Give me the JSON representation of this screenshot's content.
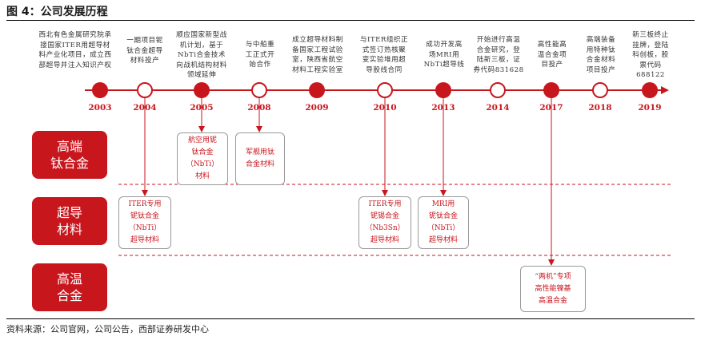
{
  "title": "图 4：公司发展历程",
  "source": "资料来源：公司官网，公司公告，西部证券研发中心",
  "colors": {
    "accent": "#c8161d",
    "box_border": "#999999"
  },
  "timeline": [
    {
      "year": "2003",
      "marker": "filled",
      "desc": [
        "西北有色金属研究院承",
        "接国家ITER用超导材",
        "料产业化项目，成立西",
        "部超导并注入知识产权"
      ]
    },
    {
      "year": "2004",
      "marker": "hollow",
      "desc": [
        "一期项目铌",
        "钛合金超导",
        "材料投产"
      ]
    },
    {
      "year": "2005",
      "marker": "filled",
      "desc": [
        "顺应国家新型战",
        "机计划，基于",
        "NbTi合金技术",
        "向战机结构材料",
        "领域延伸"
      ]
    },
    {
      "year": "2008",
      "marker": "hollow",
      "desc": [
        "与中船重",
        "工正式开",
        "始合作"
      ]
    },
    {
      "year": "2009",
      "marker": "filled",
      "desc": [
        "成立超导材料制",
        "备国家工程试验",
        "室，陕西省航空",
        "材料工程实验室"
      ]
    },
    {
      "year": "2010",
      "marker": "hollow",
      "desc": [
        "与ITER组织正",
        "式签订热核聚",
        "变实验堆用超",
        "导股线合同"
      ]
    },
    {
      "year": "2013",
      "marker": "filled",
      "desc": [
        "成功开发高",
        "场MRI用",
        "NbTi超导线"
      ]
    },
    {
      "year": "2014",
      "marker": "hollow",
      "desc": [
        "开始进行高温",
        "合金研究，登",
        "陆新三板，证",
        "券代码831628"
      ]
    },
    {
      "year": "2017",
      "marker": "filled",
      "desc": [
        "高性能高",
        "温合金项",
        "目投产"
      ]
    },
    {
      "year": "2018",
      "marker": "hollow",
      "desc": [
        "高端装备",
        "用特种钛",
        "合金材料",
        "项目投产"
      ]
    },
    {
      "year": "2019",
      "marker": "filled",
      "desc": [
        "新三板终止",
        "挂牌，登陆",
        "科创板，股",
        "票代码",
        "688122"
      ]
    }
  ],
  "categories": [
    {
      "lines": [
        "高端",
        "钛合金"
      ]
    },
    {
      "lines": [
        "超导",
        "材料"
      ]
    },
    {
      "lines": [
        "高温",
        "合金"
      ]
    }
  ],
  "boxes": [
    {
      "lines": [
        "航空用铌",
        "钛合金",
        "（NbTi）",
        "材料"
      ]
    },
    {
      "lines": [
        "军舰用钛",
        "合金材料"
      ]
    },
    {
      "lines": [
        "ITER专用",
        "铌钛合金",
        "（NbTi）",
        "超导材料"
      ]
    },
    {
      "lines": [
        "ITER专用",
        "铌锡合金",
        "（Nb3Sn）",
        "超导材料"
      ]
    },
    {
      "lines": [
        "MRI用",
        "铌钛合金",
        "（NbTi）",
        "超导材料"
      ]
    },
    {
      "lines": [
        "“两机”专项",
        "高性能镍基",
        "高温合金"
      ]
    }
  ]
}
